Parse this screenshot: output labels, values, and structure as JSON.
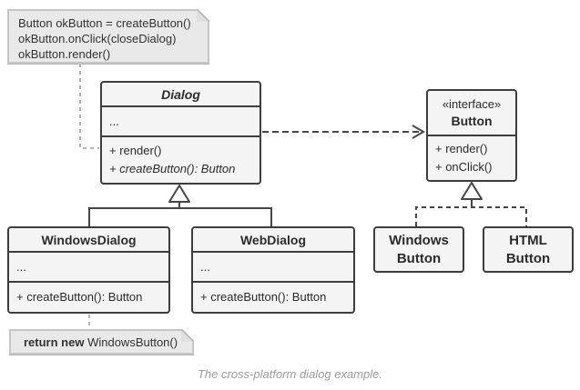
{
  "diagram": {
    "note_top": {
      "line1": "Button okButton = createButton()",
      "line2": "okButton.onClick(closeDialog)",
      "line3": "okButton.render()"
    },
    "classes": {
      "dialog": {
        "title": "Dialog",
        "fields": "...",
        "methods": [
          "+ render()",
          "+ createButton(): Button"
        ]
      },
      "button_interface": {
        "stereotype": "«interface»",
        "title": "Button",
        "methods": [
          "+ render()",
          "+ onClick()"
        ]
      },
      "windows_dialog": {
        "title": "WindowsDialog",
        "fields": "...",
        "methods": [
          "+ createButton(): Button"
        ]
      },
      "web_dialog": {
        "title": "WebDialog",
        "fields": "...",
        "methods": [
          "+ createButton(): Button"
        ]
      },
      "windows_button": {
        "line1": "Windows",
        "line2": "Button"
      },
      "html_button": {
        "line1": "HTML",
        "line2": "Button"
      }
    },
    "note_bottom": {
      "keyword": "return new",
      "rest": " WindowsButton()"
    },
    "caption": "The cross-platform dialog example.",
    "colors": {
      "box_border": "#3d3d3d",
      "box_fill": "#f4f4f4",
      "note_fill": "#e9e9e9",
      "note_border": "#c6c6c6",
      "line_dark": "#464646",
      "line_light": "#b5b5b5",
      "caption_text": "#9c9c9c"
    }
  }
}
